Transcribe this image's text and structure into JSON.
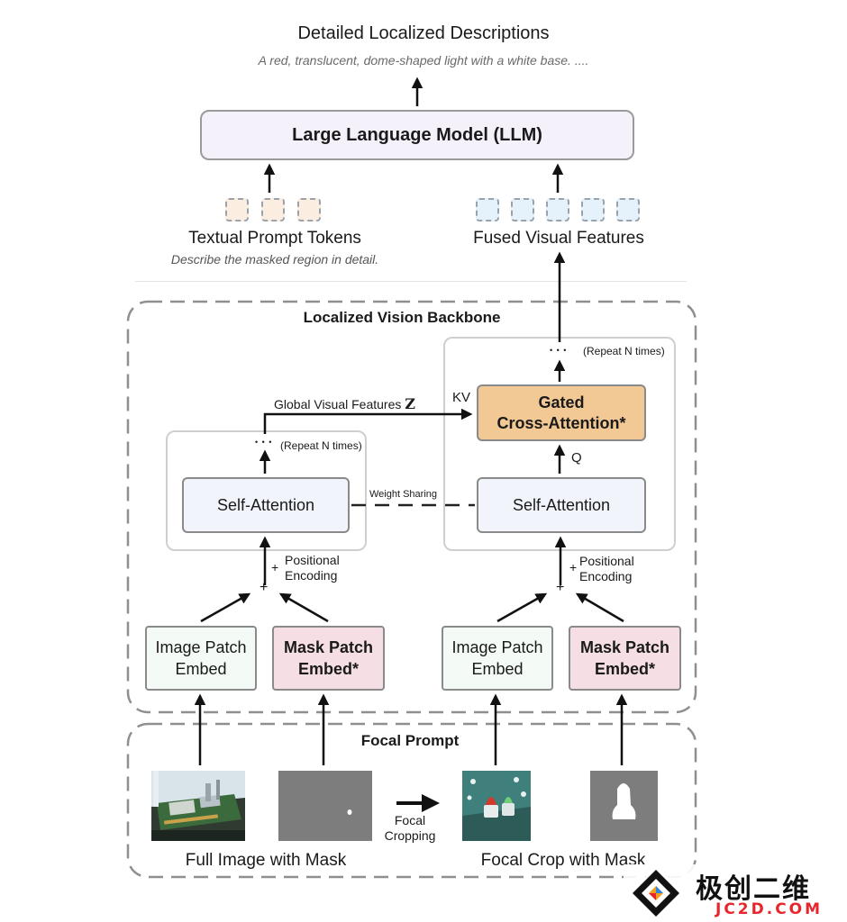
{
  "output": {
    "title": "Detailed Localized Descriptions",
    "subtitle": "A red, translucent, dome-shaped light with a white base. ...."
  },
  "llm": {
    "label": "Large Language Model (LLM)"
  },
  "tokens": {
    "text_label": "Textual Prompt Tokens",
    "text_sub": "Describe the masked region in detail.",
    "visual_label": "Fused Visual Features",
    "text_count": 3,
    "visual_count": 5
  },
  "backbone": {
    "title": "Localized Vision Backbone",
    "left": {
      "self_attention": "Self-Attention",
      "repeat": "(Repeat N times)",
      "positional": "Positional",
      "encoding": "Encoding",
      "image_patch_line1": "Image Patch",
      "image_patch_line2": "Embed",
      "mask_patch_line1": "Mask Patch",
      "mask_patch_line2": "Embed*"
    },
    "right": {
      "self_attention": "Self-Attention",
      "repeat": "(Repeat N times)",
      "gated_line1": "Gated",
      "gated_line2": "Cross-Attention*",
      "positional": "Positional",
      "encoding": "Encoding",
      "image_patch_line1": "Image Patch",
      "image_patch_line2": "Embed",
      "mask_patch_line1": "Mask Patch",
      "mask_patch_line2": "Embed*"
    },
    "global_features": "Global Visual Features",
    "global_symbol": "Z",
    "kv": "KV",
    "q": "Q",
    "weight_sharing": "Weight Sharing",
    "plus": "+",
    "dots": "• • •"
  },
  "focal": {
    "title": "Focal Prompt",
    "full_image_label": "Full Image with Mask",
    "crop_label": "Focal Crop with Mask",
    "cropping_line1": "Focal",
    "cropping_line2": "Cropping"
  },
  "watermark": {
    "cn": "极创二维",
    "url": "JC2D.COM"
  },
  "colors": {
    "llm_bg": "#f4f1fb",
    "gated_bg": "#f2c894",
    "mask_bg": "#f6dfe4",
    "image_bg": "#f4faf6",
    "sa_bg": "#f1f5fb",
    "watermark_red": "#e6262c"
  }
}
